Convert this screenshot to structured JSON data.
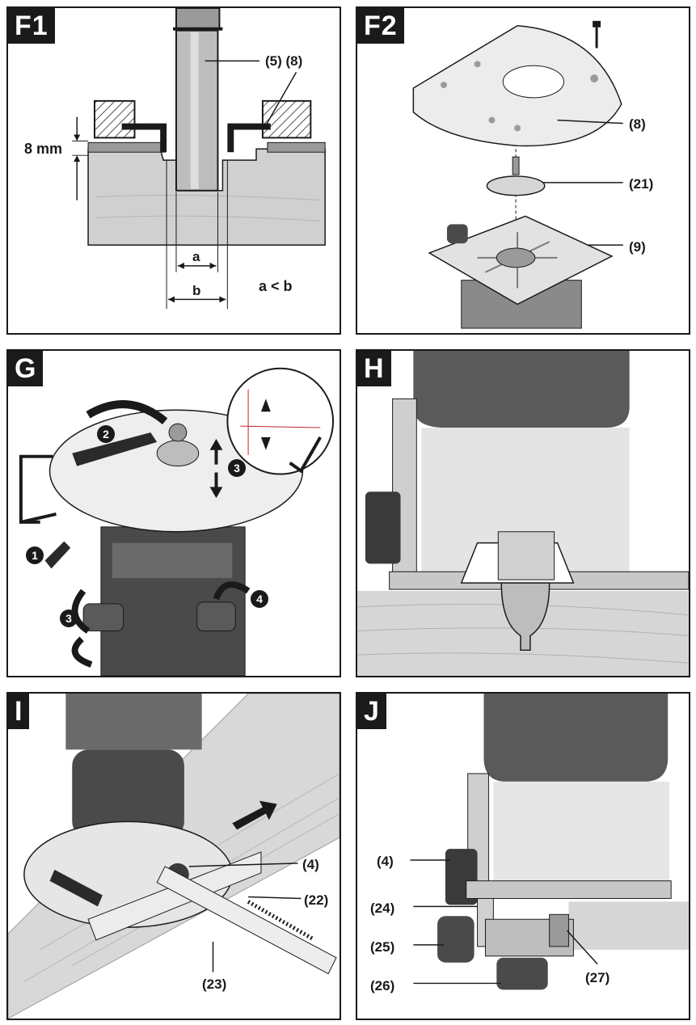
{
  "panels": {
    "f1": {
      "tag": "F1",
      "label_5_8": "(5) (8)",
      "label_8mm": "8 mm",
      "label_a": "a",
      "label_b": "b",
      "label_rule": "a < b"
    },
    "f2": {
      "tag": "F2",
      "label_8": "(8)",
      "label_21": "(21)",
      "label_9": "(9)"
    },
    "g": {
      "tag": "G",
      "steps": [
        "1",
        "2",
        "3",
        "4"
      ]
    },
    "h": {
      "tag": "H"
    },
    "i": {
      "tag": "I",
      "label_4": "(4)",
      "label_22": "(22)",
      "label_23": "(23)"
    },
    "j": {
      "tag": "J",
      "label_4": "(4)",
      "label_24": "(24)",
      "label_25": "(25)",
      "label_26": "(26)",
      "label_27": "(27)"
    }
  },
  "colors": {
    "dark": "#1a1a1a",
    "body_grey": "#4a4a4a",
    "light_grey": "#d9d9d9",
    "wood": "#cfcfcf",
    "clear_plate": "#e8e8e8",
    "red_line": "#c0262d"
  }
}
